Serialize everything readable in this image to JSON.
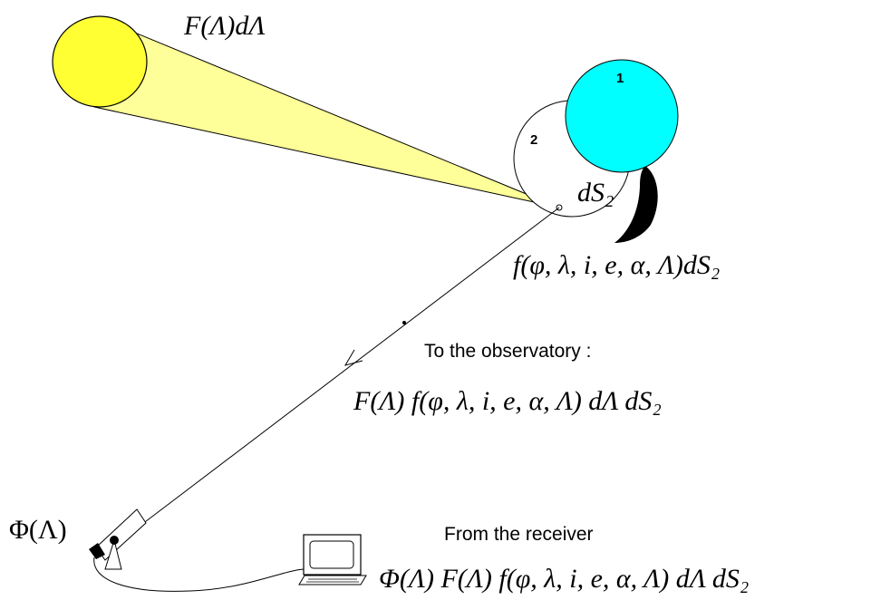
{
  "labels": {
    "sun_flux": "F(Λ)dΛ",
    "body1_number": "1",
    "body2_number": "2",
    "surface_element": "dS₂",
    "reflectance": "f(φ, λ, i, e, α, Λ)dS₂",
    "to_observatory_caption": "To the observatory :",
    "to_observatory_formula": "F(Λ) f(φ, λ, i, e, α, Λ) dΛ dS₂",
    "receiver_response": "Φ(Λ)",
    "from_receiver_caption": "From the receiver",
    "from_receiver_formula": "Φ(Λ) F(Λ) f(φ, λ, i, e, α, Λ) dΛ dS₂"
  },
  "colors": {
    "sun": "#ffff33",
    "sun_beam": "#ffff99",
    "body1": "#00ffff",
    "shadow": "#000000",
    "line": "#000000"
  }
}
